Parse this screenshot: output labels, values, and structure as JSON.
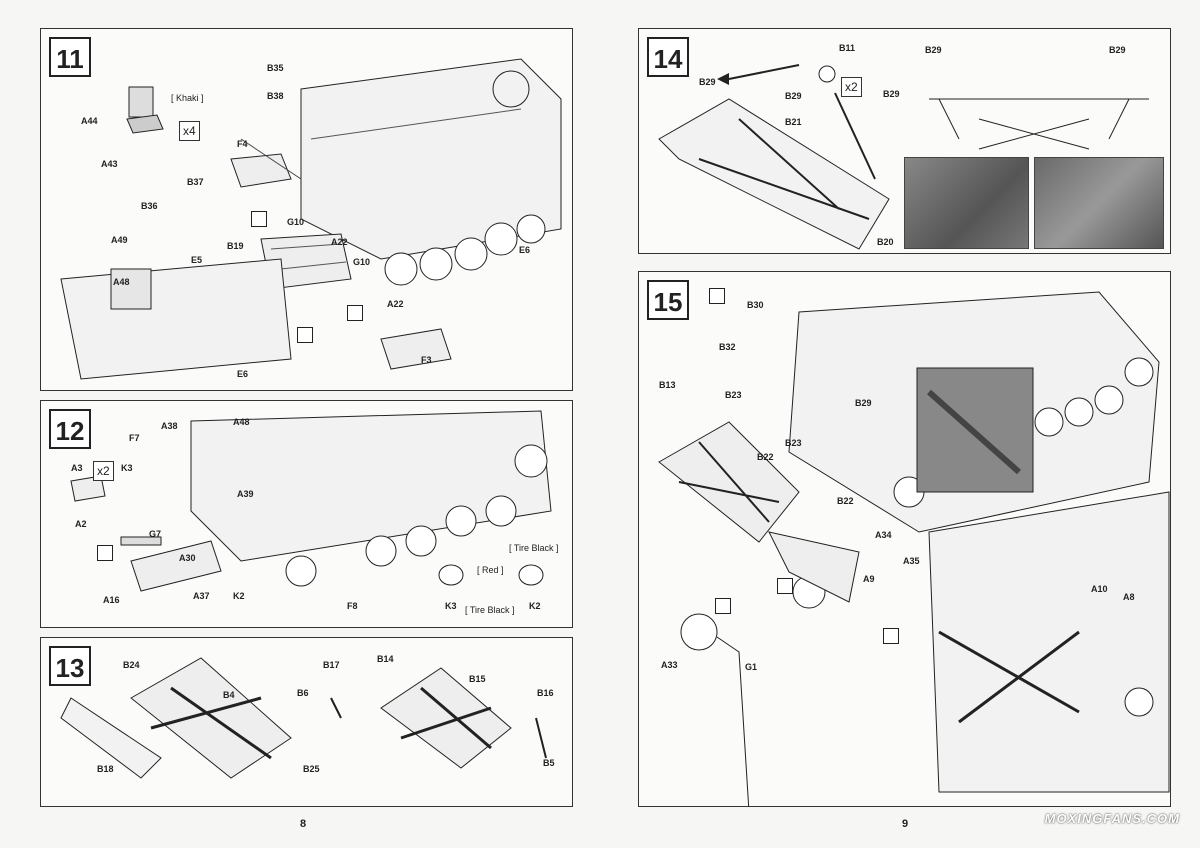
{
  "pages": {
    "left_number": "8",
    "right_number": "9"
  },
  "step11": {
    "number": "11",
    "labels": [
      "A44",
      "A43",
      "[ Khaki ]",
      "x4",
      "F4",
      "B37",
      "B36",
      "A49",
      "A48",
      "E5",
      "B19",
      "G10",
      "A22",
      "G10",
      "A22",
      "B35",
      "B38",
      "E6",
      "E6",
      "F3"
    ]
  },
  "step12": {
    "number": "12",
    "labels": [
      "A3",
      "x2",
      "K3",
      "A38",
      "F7",
      "A48",
      "A39",
      "A2",
      "G7",
      "A30",
      "A16",
      "A37",
      "K2",
      "F8",
      "[ Tire Black ]",
      "[ Red ]",
      "K3",
      "[ Tire Black ]",
      "K2"
    ]
  },
  "step13": {
    "number": "13",
    "labels": [
      "B24",
      "B4",
      "B18",
      "B25",
      "B17",
      "B14",
      "B6",
      "B15",
      "B16",
      "B5"
    ]
  },
  "step14": {
    "number": "14",
    "labels": [
      "B29",
      "B11",
      "B29",
      "x2",
      "B21",
      "B20",
      "B29",
      "B29",
      "B29"
    ]
  },
  "step15": {
    "number": "15",
    "labels": [
      "B30",
      "B32",
      "B13",
      "B23",
      "B22",
      "B23",
      "B29",
      "B22",
      "A34",
      "A35",
      "A9",
      "A33",
      "G1",
      "A10",
      "A8"
    ]
  },
  "watermark": "MOXINGFANS.COM",
  "icons": [
    "paint-icon",
    "no-glue-icon",
    "glue-icon",
    "arrow-icon"
  ]
}
